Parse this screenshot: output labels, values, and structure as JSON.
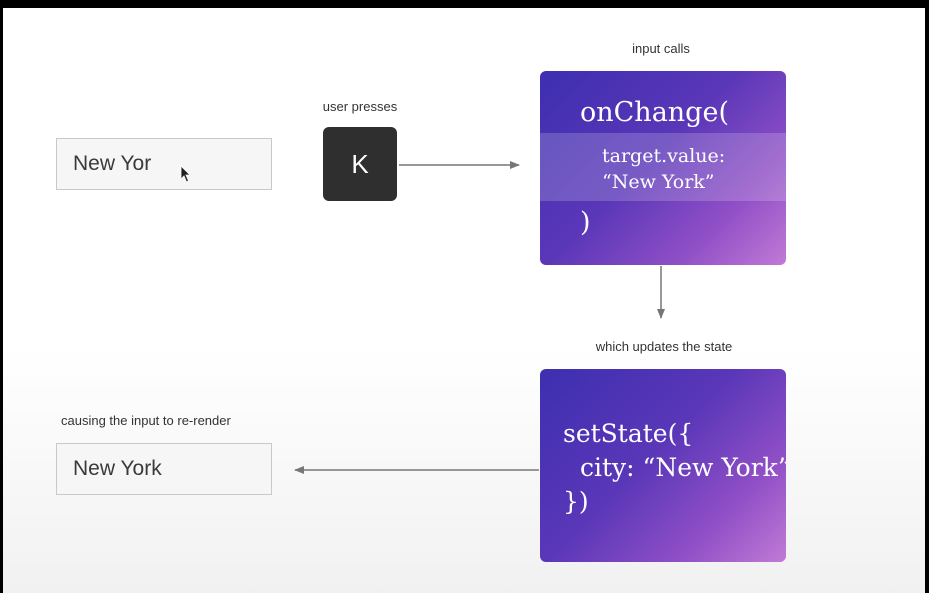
{
  "labels": {
    "user_presses": "user presses",
    "input_calls": "input calls",
    "which_updates": "which updates the state",
    "causing_rerender": "causing the input to re-render"
  },
  "input_before": {
    "value": "New Yor"
  },
  "key": {
    "label": "K"
  },
  "onchange_box": {
    "line1": "onChange(",
    "line2": "target.value:",
    "line3": "“New York”",
    "line4": ")"
  },
  "setstate_box": {
    "line1": "setState({",
    "line2": "city: “New York”",
    "line3": "})"
  },
  "input_after": {
    "value": "New York"
  },
  "colors": {
    "box_gradient_start": "#3d2fb0",
    "box_gradient_end": "#c27ad6",
    "key_bg": "#2f2f2f",
    "arrow": "#777777"
  },
  "icons": {
    "pointer": "mouse-cursor-icon"
  }
}
